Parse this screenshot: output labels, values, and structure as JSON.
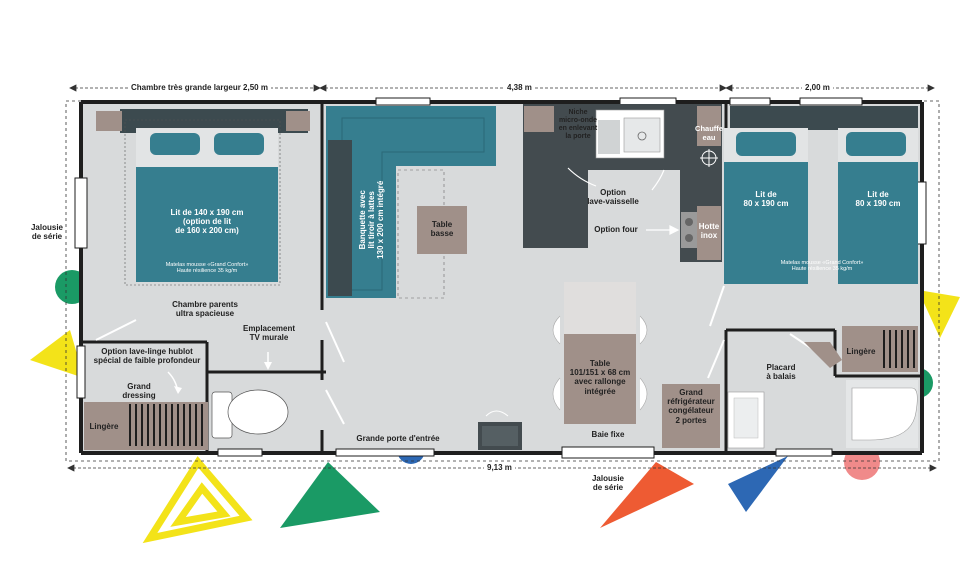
{
  "dimensions": {
    "top_left": "Chambre très grande largeur 2,50 m",
    "top_middle": "4,38 m",
    "top_right": "2,00 m",
    "bottom": "9,13 m"
  },
  "labels": {
    "jalousie_left": "Jalousie\nde série",
    "jalousie_bottom": "Jalousie\nde série",
    "lit_parents": "Lit de 140 x 190 cm\n(option de lit\nde 160 x 200 cm)",
    "matelas_parents": "Matelas mousse «Grand Confort»\nHaute résilience 35 kg/m",
    "chambre_parents": "Chambre parents\nultra spacieuse",
    "emplacement_tv": "Emplacement\nTV murale",
    "lave_linge": "Option lave-linge hublot\nspécial de faible profondeur",
    "grand_dressing": "Grand\ndressing",
    "lingere_left": "Lingère",
    "banquette": "Banquette avec\nlit tiroir à lattes\n130 x 200 cm intégré",
    "table_basse": "Table\nbasse",
    "niche": "Niche\nmicro-onde\nen enlevant\nla porte",
    "chauffe_eau": "Chauffe\neau",
    "lave_vaisselle": "Option\nlave-vaisselle",
    "option_four": "Option four",
    "hotte": "Hotte\ninox",
    "table": "Table\n101/151 x 68 cm\navec rallonge\nintégrée",
    "grande_porte": "Grande porte d'entrée",
    "baie_fixe": "Baie fixe",
    "refrigerateur": "Grand\nréfrigérateur\ncongélateur\n2 portes",
    "lit_1": "Lit de\n80 x 190 cm",
    "lit_2": "Lit de\n80 x 190 cm",
    "matelas_enfants": "Matelas mousse «Grand Confort»\nHaute résilience 35 kg/m",
    "placard": "Placard\nà balais",
    "lingere_right": "Lingère"
  },
  "colors": {
    "floor": "#d8dadb",
    "wall": "#1e1e1e",
    "bed_teal": "#367e8f",
    "bed_dark": "#3c4a4f",
    "furniture_taupe": "#a09089",
    "counter": "#434b4f",
    "pillow": "#e2e4e5",
    "yellow": "#f3e319",
    "green": "#1a9a65",
    "orange": "#ee5b33",
    "blue": "#2d68b4",
    "pink": "#f08a8a"
  }
}
